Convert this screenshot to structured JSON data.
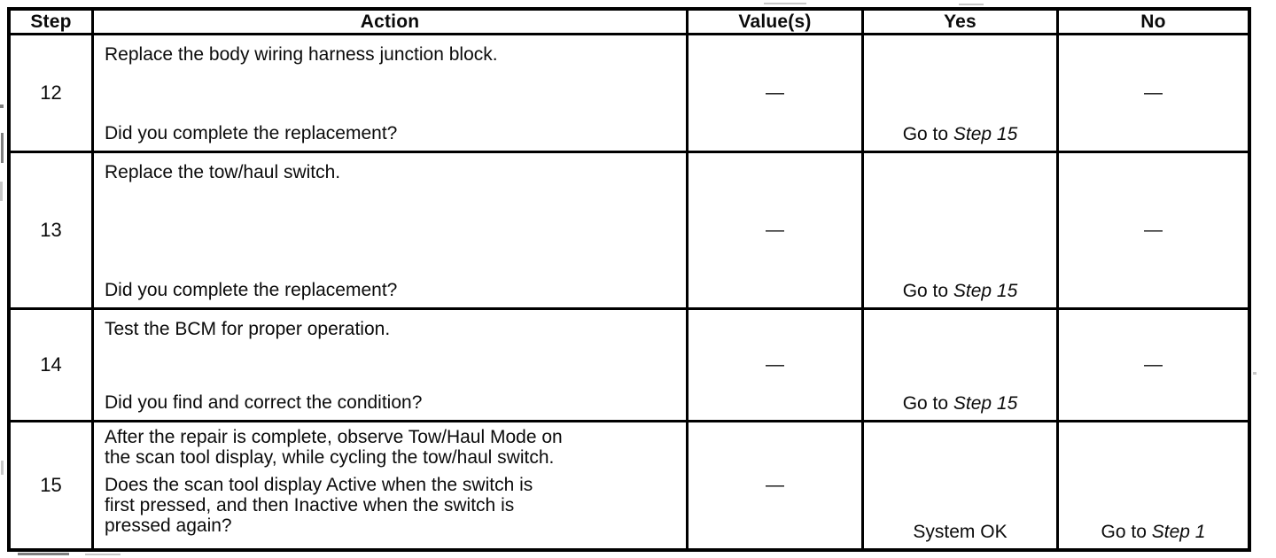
{
  "header": {
    "step": "Step",
    "action": "Action",
    "values": "Value(s)",
    "yes": "Yes",
    "no": "No"
  },
  "rows": [
    {
      "step": "12",
      "instruction_lines": [
        "Replace the body wiring harness junction block."
      ],
      "question_lines": [
        "Did you complete the replacement?"
      ],
      "value": "—",
      "yes": {
        "prefix": "Go to ",
        "step_ref": "Step 15"
      },
      "no": {
        "text": "—"
      }
    },
    {
      "step": "13",
      "instruction_lines": [
        "Replace the tow/haul switch."
      ],
      "question_lines": [
        "Did you complete the replacement?"
      ],
      "value": "—",
      "yes": {
        "prefix": "Go to ",
        "step_ref": "Step 15"
      },
      "no": {
        "text": "—"
      }
    },
    {
      "step": "14",
      "instruction_lines": [
        "Test the BCM for proper operation."
      ],
      "question_lines": [
        "Did you find and correct the condition?"
      ],
      "value": "—",
      "yes": {
        "prefix": "Go to ",
        "step_ref": "Step 15"
      },
      "no": {
        "text": "—"
      }
    },
    {
      "step": "15",
      "instruction_lines": [
        "After the repair is complete, observe Tow/Haul Mode on",
        "the scan tool display, while cycling the tow/haul switch."
      ],
      "question_lines": [
        "Does the scan tool display Active when the switch is",
        "first pressed, and then Inactive when the switch is",
        "pressed again?"
      ],
      "value": "—",
      "yes": {
        "text": "System OK"
      },
      "no": {
        "prefix": "Go to ",
        "step_ref": "Step 1"
      }
    }
  ],
  "colors": {
    "ink": "#0b0b0b",
    "border": "#000000",
    "paper": "#ffffff"
  }
}
